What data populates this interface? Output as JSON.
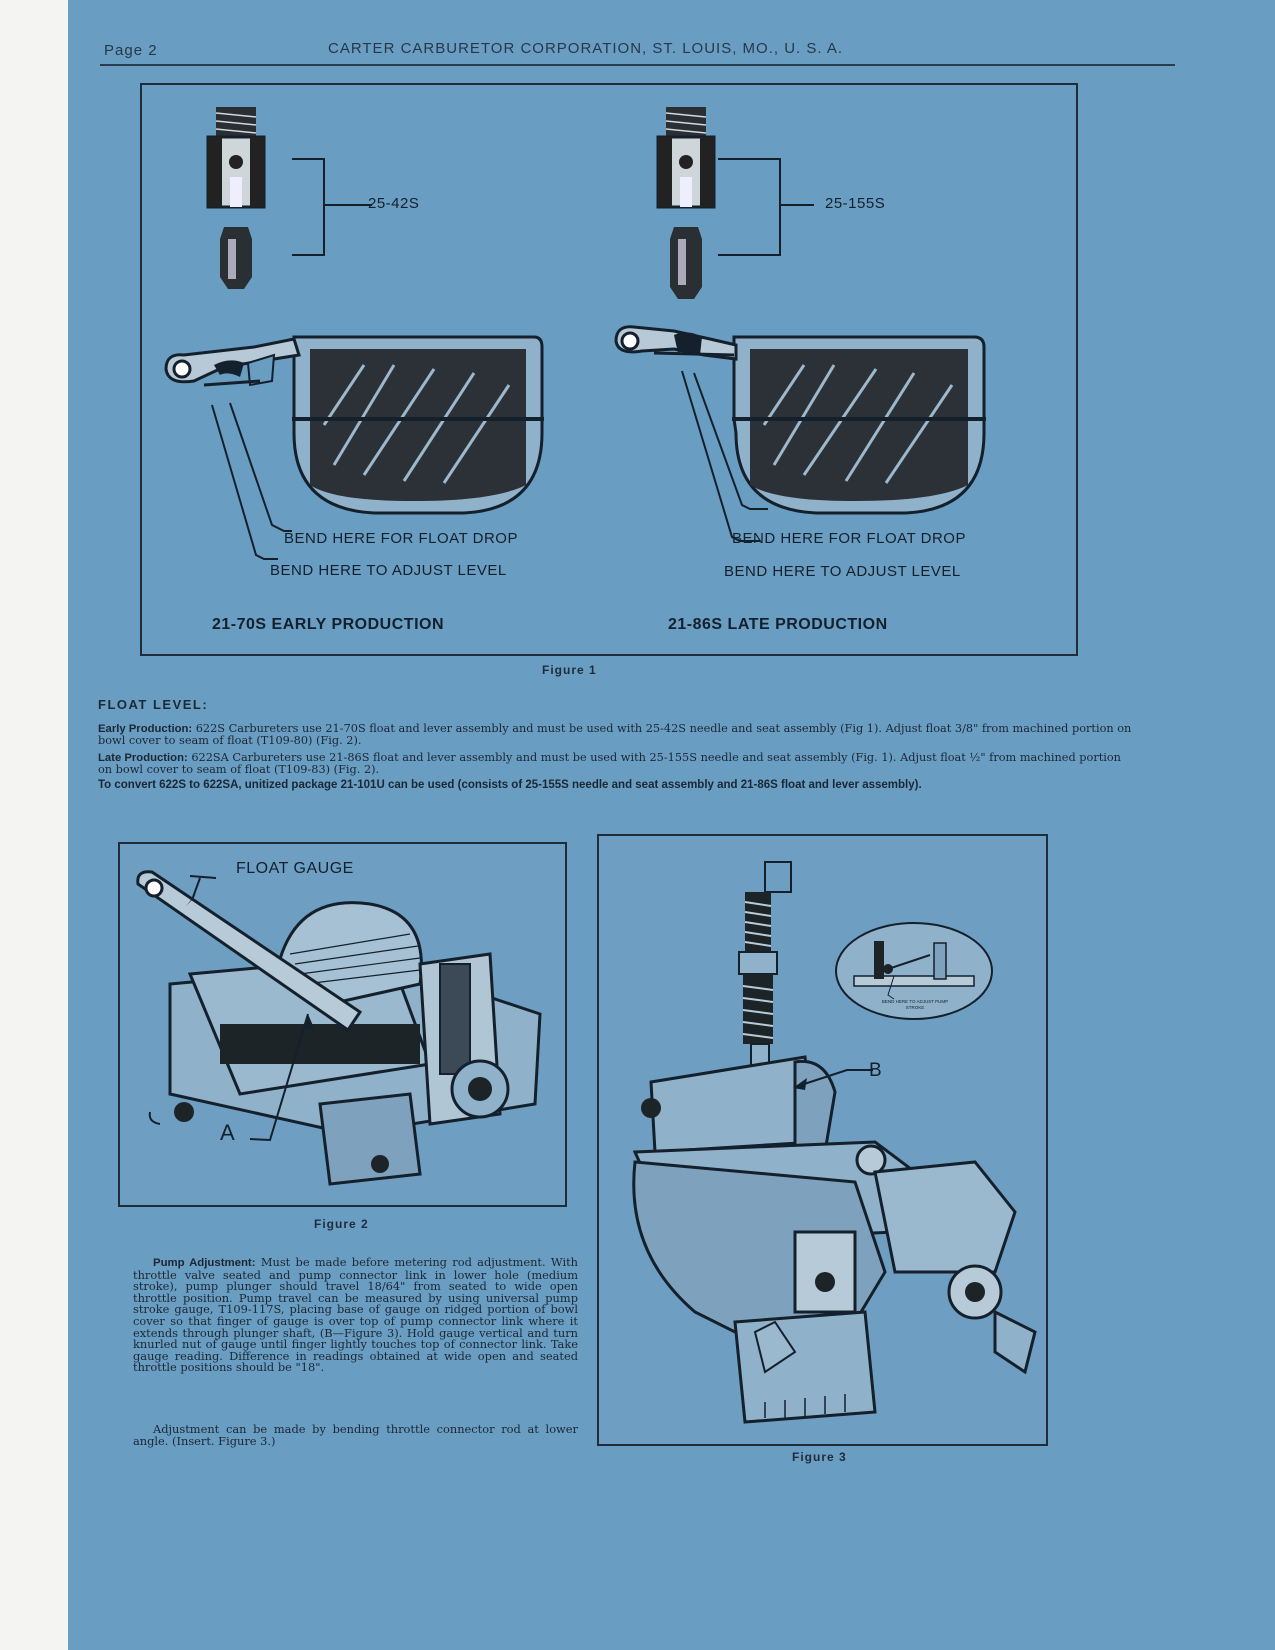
{
  "header": {
    "page": "Page 2",
    "title": "CARTER CARBURETOR CORPORATION, ST. LOUIS, MO., U. S. A."
  },
  "figure1": {
    "caption": "Figure 1",
    "left": {
      "part_number": "25-42S",
      "float_drop": "BEND HERE FOR FLOAT DROP",
      "adjust_level": "BEND HERE TO ADJUST LEVEL",
      "production": "21-70S EARLY PRODUCTION"
    },
    "right": {
      "part_number": "25-155S",
      "float_drop": "BEND HERE FOR FLOAT DROP",
      "adjust_level": "BEND HERE TO ADJUST LEVEL",
      "production": "21-86S LATE PRODUCTION"
    }
  },
  "float_level": {
    "title": "FLOAT LEVEL:",
    "early_label": "Early Production:",
    "early_text": " 622S Carbureters use 21-70S float and lever assembly and must be used with 25-42S needle and seat assembly (Fig 1). Adjust float 3/8\" from machined portion on bowl cover to seam of float (T109-80) (Fig. 2).",
    "late_label": "Late Production:",
    "late_text": " 622SA Carbureters use 21-86S float and lever assembly and must be used with 25-155S needle and seat assembly (Fig. 1). Adjust float ½\" from machined portion on bowl cover to seam of float (T109-83) (Fig. 2).",
    "convert_text": "To convert 622S to 622SA, unitized package 21-101U can be used (consists of 25-155S needle and seat assembly and 21-86S float and lever assembly)."
  },
  "figure2": {
    "caption": "Figure 2",
    "gauge_label": "FLOAT GAUGE",
    "callout": "A"
  },
  "figure3": {
    "caption": "Figure 3",
    "callout": "B",
    "insert_text": "BEND HERE TO ADJUST PUMP STROKE"
  },
  "pump": {
    "label": "Pump Adjustment:",
    "text": " Must be made before metering rod adjustment. With throttle valve seated and pump connector link in lower hole (medium stroke), pump plunger should travel 18/64\" from seated to wide open throttle position. Pump travel can be measured by using universal pump stroke gauge, T109-117S, placing base of gauge on ridged portion of bowl cover so that finger of gauge is over top of pump connector link where it extends through plunger shaft, (B—Figure 3). Hold gauge vertical and turn knurled nut of gauge until finger lightly touches top of connector link. Take gauge reading. Difference in readings obtained at wide open and seated throttle positions should be \"18\".",
    "adjust_text": "Adjustment can be made by bending throttle connector rod at lower angle. (Insert. Figure 3.)"
  }
}
